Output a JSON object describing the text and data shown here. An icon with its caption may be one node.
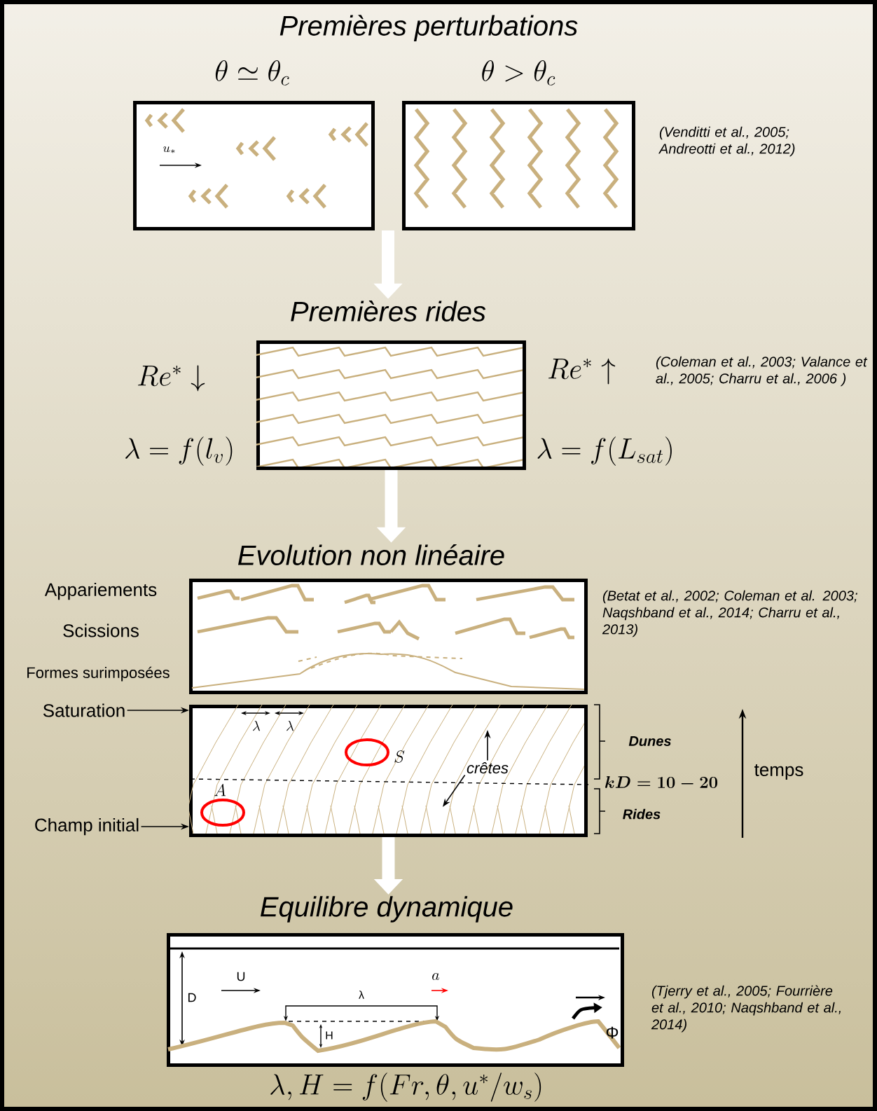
{
  "diagram": {
    "nodes": [
      {
        "text": [
          "\\theta \\simeq \\theta_c"
        ]
      },
      {
        "text": [
          "\\theta > \\theta_c"
        ]
      },
      {
        "text": [
          "Premières rides"
        ],
        "beside": [
          "Re^* \\downarrow",
          "Re^* \\uparrow",
          "\\lambda = f(l_v)",
          "\\lambda = f(L_{sat})"
        ]
      },
      {
        "text": [
          "Evolution non linéaire"
        ],
        "beside": [
          "Appariements",
          "Scissions",
          "Formes surimposées"
        ]
      },
      {
        "text": [],
        "shape": "box"
      },
      {
        "text": [
          "Saturation"
        ]
      },
      {
        "text": [
          "Champ initial"
        ]
      },
      {
        "text": [
          "crêtes"
        ],
        "in": 4
      },
      {
        "text": [
          "Equilibre dynamique"
        ],
        "beside": [
          "\\lambda, H = f(Fr, \\theta, u^*/w_s)"
        ]
      }
    ],
    "edges": [
      {
        "from": 1,
        "to": 2,
        "arrow": "to",
        "style": "thick",
        "color": "#ffffff"
      },
      {
        "from": 2,
        "to": 3,
        "arrow": "to",
        "style": "thick",
        "color": "#ffffff"
      },
      {
        "from": 4,
        "to": 8,
        "arrow": "to",
        "style": "thick",
        "color": "#ffffff"
      },
      {
        "from": 5,
        "to": 4,
        "arrow": "to"
      },
      {
        "from": 6,
        "to": 4,
        "arrow": "to"
      },
      {
        "from": 7,
        "to": null,
        "arrow": "to"
      },
      {
        "from": 7,
        "to": null,
        "arrow": "to"
      }
    ],
    "labels": [
      "Premières perturbations",
      "(Venditti et al., 2005; Andreotti et al., 2012)",
      "u_*",
      "(Coleman et al., 2003; Valance et al., 2005; Charru et al., 2006 )",
      "(Betat et al., 2002; Coleman et al. 2003; Naqshband et al., 2014; Charru et al., 2013)",
      "\\lambda",
      "\\lambda",
      "S",
      "A",
      "Dunes",
      "kD = 10 - 20",
      "Rides",
      "temps",
      "U",
      "a",
      "D",
      "λ",
      "H",
      "Φ",
      "(Tjerry  et al., 2005; Fourrière et al., 2010; Naqshband et al., 2014)"
    ]
  }
}
